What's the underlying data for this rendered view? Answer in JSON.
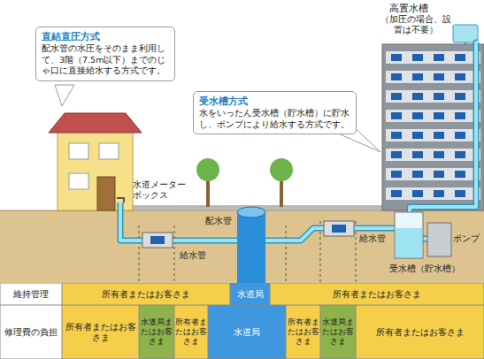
{
  "diagram": {
    "nodes": [
      {
        "text": [
          "直結直圧方式",
          "配水管の水圧をそのまま利用して、3階（7.5m以下）までのじゃ口に直接給水する方式です。"
        ]
      },
      {
        "text": [
          "受水槽方式",
          "水をいったん受水槽（貯水槽）に貯水し、ポンプにより給水する方式です。"
        ]
      }
    ],
    "labels": [
      "高置水槽",
      "（加圧の場合、設置は不要）",
      "水道メーター ボックス",
      "配水管",
      "給水管",
      "給水管",
      "ポンプ",
      "受水槽（貯水槽）",
      "維持管理",
      "所有者またはお客さま",
      "水道局",
      "所有者またはお客さま",
      "修理費の負担",
      "所有者またはお客さま",
      "水道局またはお客さま",
      "所有者またはお客さま",
      "水道局",
      "所有者またはお客さま",
      "水道局またはお客さま",
      "所有者またはお客さま"
    ]
  }
}
